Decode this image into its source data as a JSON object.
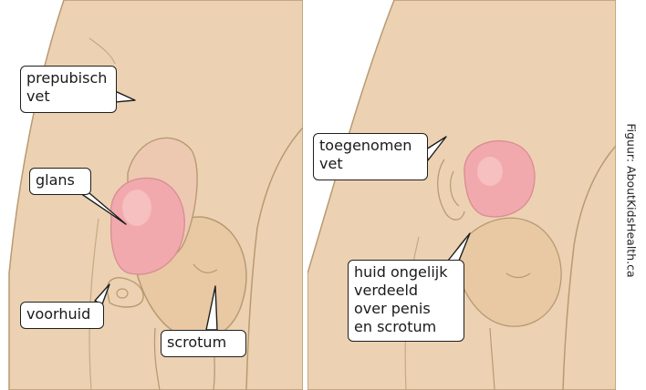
{
  "colors": {
    "skin": "#ecd2b2",
    "skin_shadow": "#e2c29c",
    "outline": "#b89a72",
    "glans": "#f1a9ad",
    "glans_light": "#f7c4c4",
    "label_border": "#1f1f1f"
  },
  "left_panel": {
    "labels": {
      "prepubic_fat": [
        "prepubisch",
        "vet"
      ],
      "glans": [
        "glans"
      ],
      "foreskin": [
        "voorhuid"
      ],
      "scrotum": [
        "scrotum"
      ]
    }
  },
  "right_panel": {
    "labels": {
      "increased_fat": [
        "toegenomen",
        "vet"
      ],
      "skin_uneven": [
        "huid ongelijk",
        "verdeeld",
        "over penis",
        "en scrotum"
      ]
    }
  },
  "credit": "Figuur: AboutKidsHealth.ca"
}
